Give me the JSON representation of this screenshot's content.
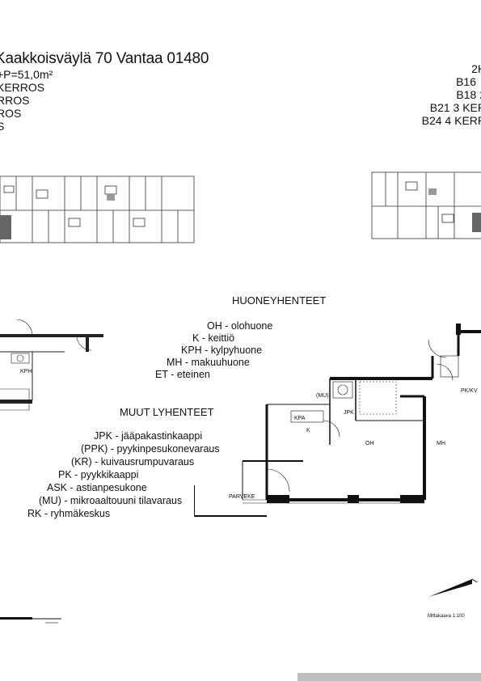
{
  "header": {
    "address": "Kaakkoisväylä 70 Vantaa 01480",
    "area_line": "+P=51,0m²",
    "floor_lines": [
      "KERROS",
      "RROS",
      "ROS",
      "S"
    ]
  },
  "apartment_list": [
    "2H",
    "B16",
    "B18 2",
    "B21 3 KER",
    "B24 4 KERR"
  ],
  "room_abbreviations": {
    "title": "HUONEYHENTEET",
    "items": [
      "OH - olohuone",
      "K - keittiö",
      "KPH - kylpyhuone",
      "MH - makuuhuone",
      "ET - eteinen"
    ]
  },
  "other_abbreviations": {
    "title": "MUUT LYHENTEET",
    "items": [
      "JPK - jääpakastinkaappi",
      "(PPK) - pyykinpesukonevaraus",
      "(KR) - kuivausrumpuvaraus",
      "PK - pyykkikaappi",
      "ASK - astianpesukone",
      "(MU) - mikroaaltouuni tilavaraus",
      "RK - ryhmäkeskus"
    ]
  },
  "plan_labels": {
    "kph_left": "KPH",
    "oh": "OH",
    "mh": "MH",
    "k": "K",
    "parveke": "PARVEKE",
    "pk_kv": "PK/KV",
    "mu": "(MU)",
    "jpk": "JPK",
    "kpa": "KPA"
  },
  "scale_note": "Mittakaava 1:100"
}
